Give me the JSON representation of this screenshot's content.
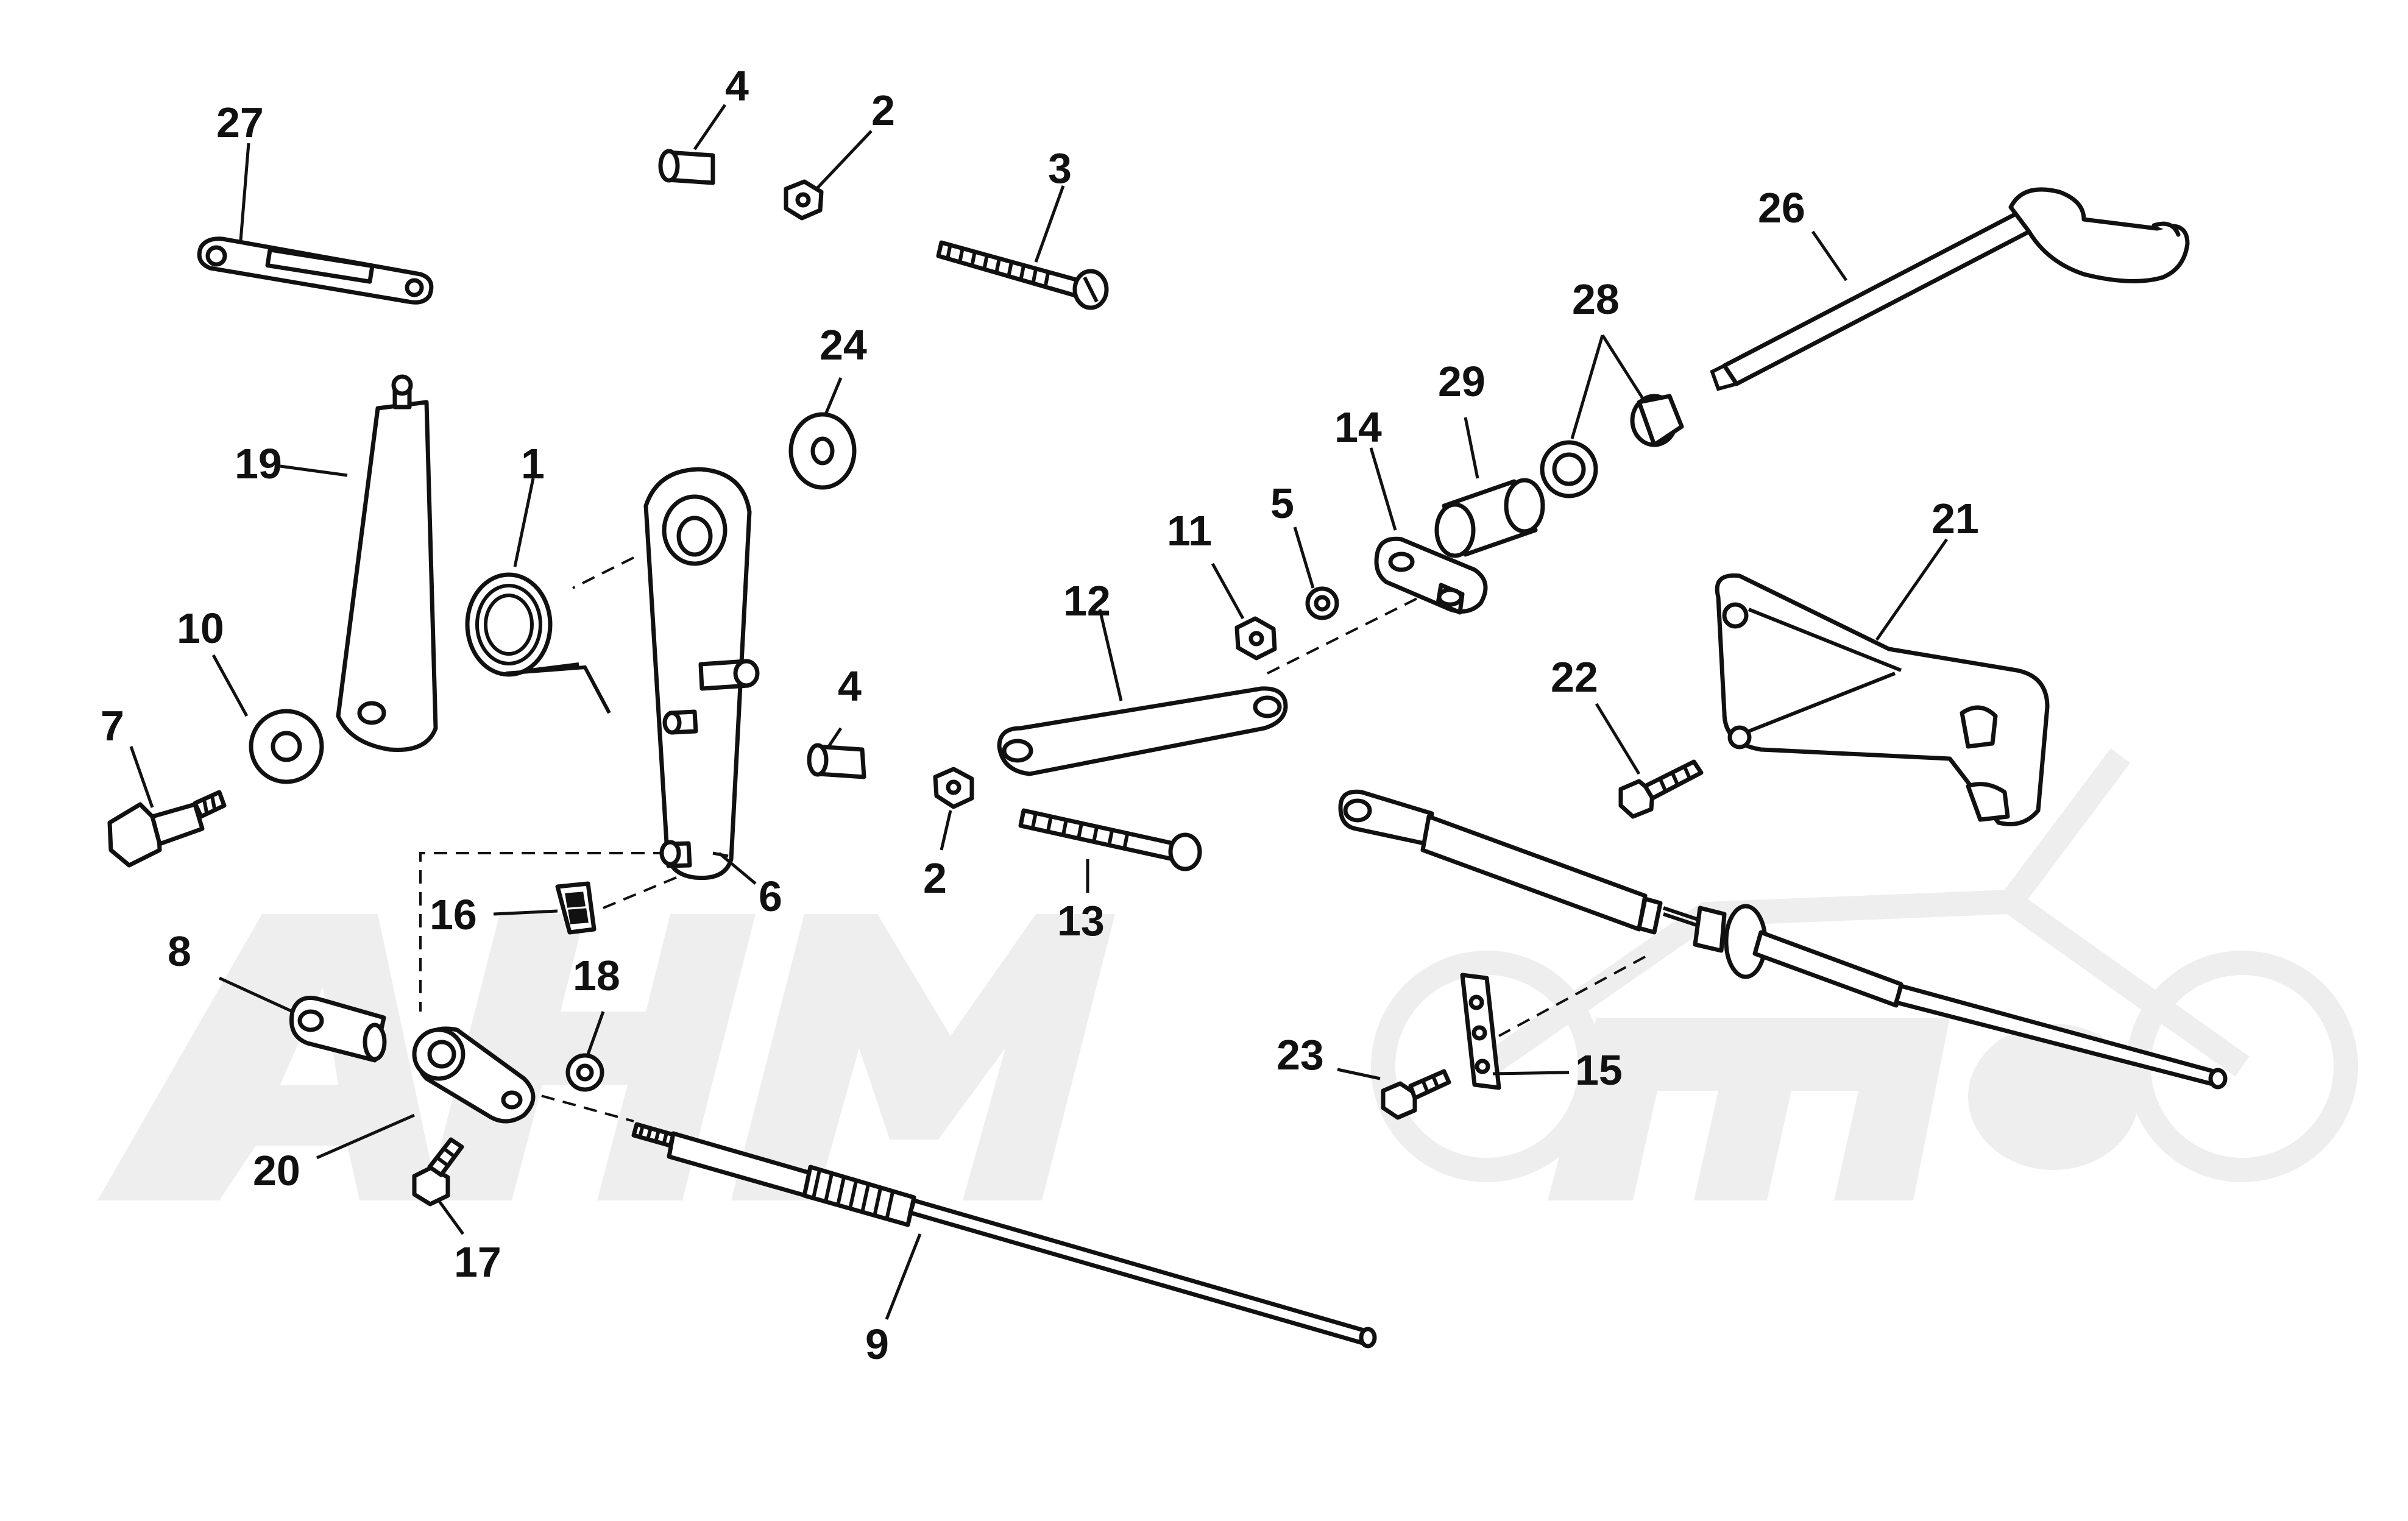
{
  "parts": [
    {
      "ref": "1",
      "kind": "spring"
    },
    {
      "ref": "2",
      "kind": "nut"
    },
    {
      "ref": "2",
      "kind": "nut"
    },
    {
      "ref": "3",
      "kind": "screw"
    },
    {
      "ref": "4",
      "kind": "bushing"
    },
    {
      "ref": "4",
      "kind": "bushing"
    },
    {
      "ref": "5",
      "kind": "washer"
    },
    {
      "ref": "6",
      "kind": "lever"
    },
    {
      "ref": "7",
      "kind": "bolt"
    },
    {
      "ref": "8",
      "kind": "clevis"
    },
    {
      "ref": "9",
      "kind": "cable"
    },
    {
      "ref": "10",
      "kind": "washer"
    },
    {
      "ref": "11",
      "kind": "nut"
    },
    {
      "ref": "12",
      "kind": "link"
    },
    {
      "ref": "13",
      "kind": "link-plate"
    },
    {
      "ref": "14",
      "kind": "screw"
    },
    {
      "ref": "15",
      "kind": "plate"
    },
    {
      "ref": "16",
      "kind": "clip"
    },
    {
      "ref": "17",
      "kind": "screw"
    },
    {
      "ref": "18",
      "kind": "washer"
    },
    {
      "ref": "19",
      "kind": "lever"
    },
    {
      "ref": "20",
      "kind": "connector"
    },
    {
      "ref": "21",
      "kind": "bracket"
    },
    {
      "ref": "22",
      "kind": "screw"
    },
    {
      "ref": "23",
      "kind": "washer"
    },
    {
      "ref": "24",
      "kind": "screw"
    },
    {
      "ref": "26",
      "kind": "shaft"
    },
    {
      "ref": "27",
      "kind": "link"
    },
    {
      "ref": "28",
      "kind": "bushing"
    },
    {
      "ref": "29",
      "kind": "sleeve"
    }
  ],
  "colors": {
    "ink": "#111111",
    "watermark": "#eeeeee",
    "background": "#ffffff"
  }
}
